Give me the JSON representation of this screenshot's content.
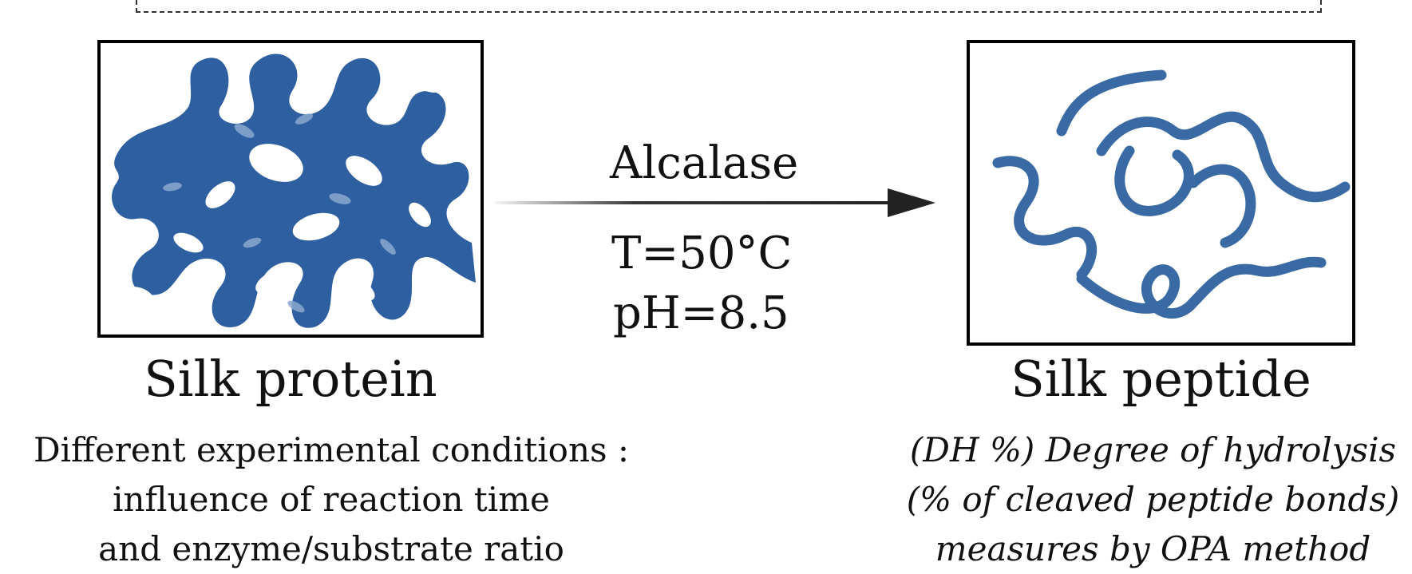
{
  "diagram": {
    "reaction": {
      "enzyme": "Alcalase",
      "temperature": "T=50°C",
      "ph": "pH=8.5"
    },
    "substrate": {
      "name": "Silk protein",
      "notes": [
        "Different experimental conditions :",
        "influence of reaction time",
        "and enzyme/substrate ratio"
      ]
    },
    "product": {
      "name": "Silk peptide",
      "notes": [
        "(DH %) Degree of hydrolysis",
        "(% of cleaved peptide bonds)",
        "measures by OPA method"
      ]
    },
    "colors": {
      "protein_blue": "#2e5fa0",
      "peptide_blue": "#3a6aa3",
      "arrow": "#222222"
    }
  }
}
